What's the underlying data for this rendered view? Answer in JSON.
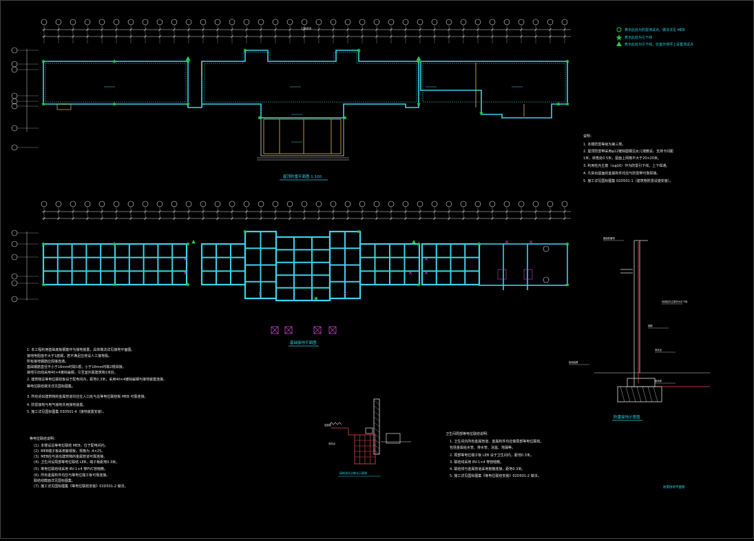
{
  "legend": {
    "items": [
      {
        "symbol": "circle",
        "text": "表示此处为防雷测试点，做法详见 MEB"
      },
      {
        "symbol": "star",
        "text": "表示此处为引下线"
      },
      {
        "symbol": "triangle",
        "text": "表示此处为引下线，在室外地坪上设置测试点"
      }
    ]
  },
  "roof_plan": {
    "title": "屋顶防雷平面图 1:100",
    "overall_dim": "126000"
  },
  "foundation_plan": {
    "title": "基础接地平面图"
  },
  "section": {
    "title": "防雷接地示意图"
  },
  "detail": {
    "title": "接地测试点做法示意图"
  },
  "right_notes": {
    "heading": "说明：",
    "lines": [
      "1. 本楼防雷等级为第三类。",
      "2. 屋顶防雷带采用φ12镀锌圆钢沿女儿墙敷设，支持卡间距",
      "   1米，转角处0.5米，屋面上网格不大于20×20米。",
      "3. 利用柱内主筋（≥φ16）作为防雷引下线，上下焊通。",
      "4. 凡突出屋面的金属构件均应与防雷带可靠焊接。",
      "5. 施工详见国标图集 02D501-1（建筑物防雷设施安装）。"
    ]
  },
  "left_notes": {
    "lines": [
      "1. 本工程利用基础底板钢筋作为接地装置，具体做法详见接地平面图。",
      "   接地电阻值不大于1欧姆，若不满足应增设人工接地极。",
      "   所有接地钢筋应焊接连通。",
      "   基础钢筋直径不小于16mm时取1根，小于16mm时取2根焊接。",
      "   接地引出线采用40×4镀锌扁钢，引至室外距建筑物1米处。",
      "2. 建筑物总等电位联结板设于配电间内，距地0.3米，采用40×4镀锌扁钢与接地装置连接。",
      "   等电位联结做法详见国标图集。",
      "3. 所有进出建筑物的金属管道均应在入口处与总等电位联结板 MEB 可靠连接。",
      "4. 防雷接地与电气接地共用接地装置。",
      "5. 施工详见国标图集 03D501-4（接地装置安装）。"
    ]
  },
  "left_notes2": {
    "heading": "等电位联结说明：",
    "lines": [
      "(1). 本楼设总等电位联结 MEB，位于配电间内。",
      "(2). MEB端子板采用紫铜板，规格为 -4×25。",
      "(3). MEB应与进出建筑物的金属管道可靠连接。",
      "(4). 卫生间设局部等电位联结 LEB，端子板距地0.3米。",
      "(5). 等电位联结线采用 BV-1×4 穿PVC管暗敷。",
      "(6). 所有金属构件均应与等电位端子板可靠连接。",
      "     联结线截面详见国标图集。",
      "(7). 施工详见国标图集《等电位联结安装》02D501-2 做法。"
    ]
  },
  "bottom_notes": {
    "heading": "卫生间局部等电位联结说明：",
    "lines": [
      "1. 卫生间内所有金属管道、金属构件均应做局部等电位联结。",
      "   包括金属给水管、排水管、浴盆、地漏等。",
      "2. 局部等电位端子板 LEB 设于卫生间内，距地0.3米。",
      "3. 联结线采用 BV-1×4 穿管暗敷。",
      "4. 联结线与金属管道采用抱箍连接，距地0.3米。",
      "5. 施工详见国标图集《等电位联结安装》02D501-2 做法。"
    ]
  },
  "colors": {
    "wall": "#3ad6ea",
    "marker": "#22cc44",
    "dim": "#e0e0e0",
    "yellow": "#e8c54a",
    "red": "#e84a4a",
    "magenta": "#d040d0"
  }
}
